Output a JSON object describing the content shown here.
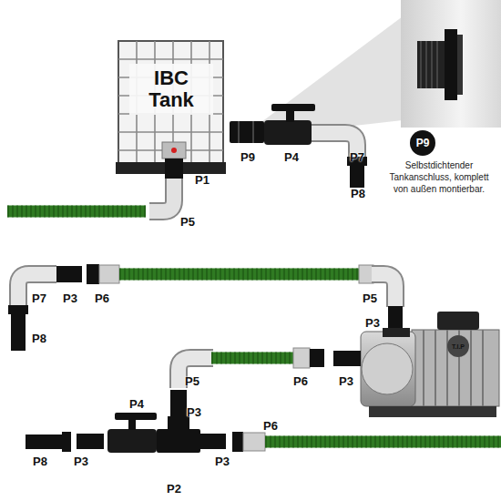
{
  "diagram": {
    "nodes": [
      {
        "text": [
          "IBC Tank"
        ]
      }
    ],
    "labels": [
      "P9",
      "P4",
      "P7",
      "P1",
      "P8",
      "P9",
      "Selbstdichtender Tankanschluss, komplett von außen montierbar.",
      "P5",
      "P7",
      "P3",
      "P6",
      "P5",
      "P3",
      "P8",
      "T.I.P",
      "P5",
      "P6",
      "P3",
      "P4",
      "P3",
      "P6",
      "P8",
      "P3",
      "P3",
      "P2"
    ]
  }
}
